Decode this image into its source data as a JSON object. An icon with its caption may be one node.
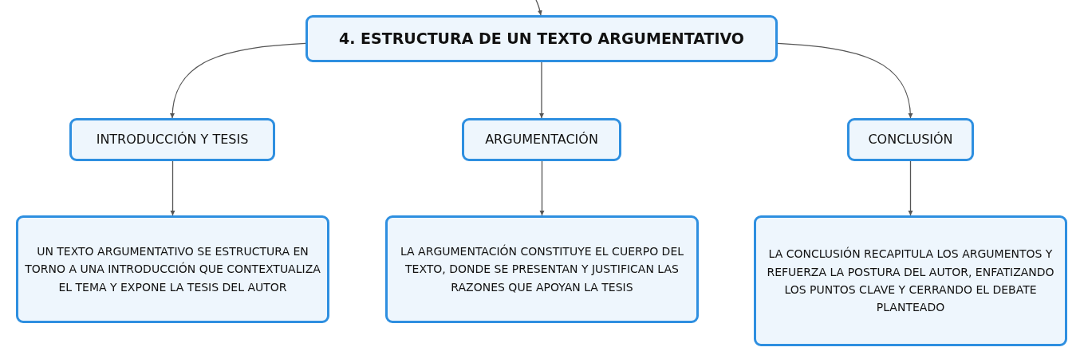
{
  "diagram": {
    "nodes": [
      {
        "text": [
          "4. ESTRUCTURA DE UN TEXTO ARGUMENTATIVO"
        ]
      },
      {
        "text": [
          "INTRODUCCIÓN Y TESIS"
        ]
      },
      {
        "text": [
          "ARGUMENTACIÓN"
        ]
      },
      {
        "text": [
          "CONCLUSIÓN"
        ]
      },
      {
        "text": [
          "UN TEXTO ARGUMENTATIVO SE ESTRUCTURA EN TORNO A UNA INTRODUCCIÓN QUE CONTEXTUALIZA EL TEMA Y EXPONE LA TESIS DEL AUTOR"
        ]
      },
      {
        "text": [
          "LA ARGUMENTACIÓN CONSTITUYE EL CUERPO DEL TEXTO, DONDE SE PRESENTAN Y JUSTIFICAN LAS RAZONES QUE APOYAN LA TESIS"
        ]
      },
      {
        "text": [
          "LA CONCLUSIÓN RECAPITULA LOS ARGUMENTOS Y REFUERZA LA POSTURA DEL AUTOR, ENFATIZANDO LOS PUNTOS CLAVE Y CERRANDO EL DEBATE PLANTEADO"
        ]
      }
    ],
    "edges": [
      {
        "from": null,
        "to": 0,
        "arrow": "to"
      },
      {
        "from": 0,
        "to": 1,
        "arrow": "to"
      },
      {
        "from": 0,
        "to": 2,
        "arrow": "to"
      },
      {
        "from": 0,
        "to": 3,
        "arrow": "to"
      },
      {
        "from": 1,
        "to": 4,
        "arrow": "to"
      },
      {
        "from": 2,
        "to": 5,
        "arrow": "to"
      },
      {
        "from": 3,
        "to": 6,
        "arrow": "to"
      }
    ]
  }
}
